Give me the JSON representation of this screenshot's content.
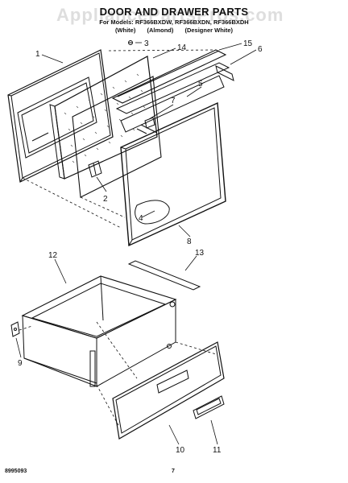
{
  "watermark": "AppliancePartsPros.com",
  "header": {
    "title": "DOOR AND DRAWER PARTS",
    "models": "For Models: RF366BXDW, RF366BXDN, RF366BXDH",
    "colors": [
      "(White)",
      "(Almond)",
      "(Designer White)"
    ]
  },
  "callouts": [
    "1",
    "3",
    "14",
    "15",
    "6",
    "5",
    "7",
    "2",
    "4",
    "8",
    "12",
    "13",
    "9",
    "10",
    "11"
  ],
  "footer": {
    "doc_number": "8995093",
    "page_number": "7"
  },
  "colors": {
    "line": "#111111",
    "insulation": "#555555",
    "watermark": "#a0a0a0"
  }
}
